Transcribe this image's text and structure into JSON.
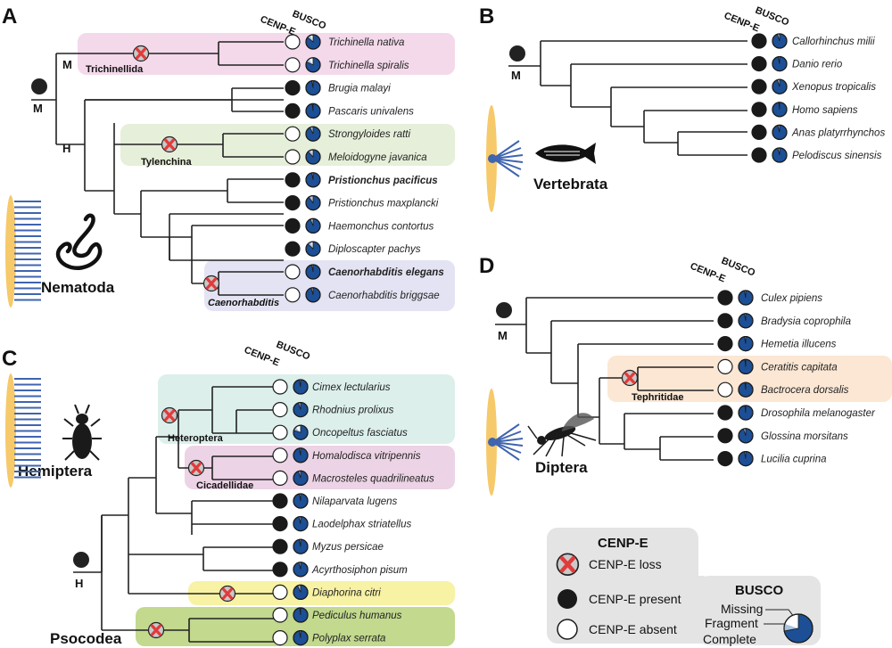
{
  "panels": {
    "A": {
      "label": "A",
      "taxon": "Nematoda",
      "root_marks": [
        "M",
        "H"
      ],
      "header": {
        "c1": "CENP-E",
        "c2": "BUSCO"
      },
      "clades": [
        {
          "name": "Trichinellida",
          "mark": "M"
        },
        {
          "name": "Tylenchina"
        },
        {
          "name": "Caenorhabditis",
          "italic": true
        }
      ],
      "species": [
        {
          "name": "Trichinella nativa",
          "cenpe": "absent",
          "busco": 0.86
        },
        {
          "name": "Trichinella spiralis",
          "cenpe": "absent",
          "busco": 0.82
        },
        {
          "name": "Brugia malayi",
          "cenpe": "present",
          "busco": 0.97
        },
        {
          "name": "Pascaris univalens",
          "cenpe": "present",
          "busco": 0.98
        },
        {
          "name": "Strongyloides ratti",
          "cenpe": "absent",
          "busco": 0.93
        },
        {
          "name": "Meloidogyne javanica",
          "cenpe": "absent",
          "busco": 0.88
        },
        {
          "name": "Pristionchus pacificus",
          "cenpe": "present",
          "busco": 0.97,
          "bold": true
        },
        {
          "name": "Pristionchus maxplancki",
          "cenpe": "present",
          "busco": 0.9
        },
        {
          "name": "Haemonchus contortus",
          "cenpe": "present",
          "busco": 0.94
        },
        {
          "name": "Diploscapter pachys",
          "cenpe": "present",
          "busco": 0.87
        },
        {
          "name": "Caenorhabditis elegans",
          "cenpe": "absent",
          "busco": 0.97,
          "bold": true
        },
        {
          "name": "Caenorhabditis briggsae",
          "cenpe": "absent",
          "busco": 0.96
        }
      ]
    },
    "B": {
      "label": "B",
      "taxon": "Vertebrata",
      "root_marks": [
        "M"
      ],
      "header": {
        "c1": "CENP-E",
        "c2": "BUSCO"
      },
      "species": [
        {
          "name": "Callorhinchus milii",
          "cenpe": "present",
          "busco": 0.95
        },
        {
          "name": "Danio rerio",
          "cenpe": "present",
          "busco": 0.97
        },
        {
          "name": "Xenopus tropicalis",
          "cenpe": "present",
          "busco": 0.95
        },
        {
          "name": "Homo sapiens",
          "cenpe": "present",
          "busco": 0.98
        },
        {
          "name": "Anas platyrrhynchos",
          "cenpe": "present",
          "busco": 0.96
        },
        {
          "name": "Pelodiscus sinensis",
          "cenpe": "present",
          "busco": 0.96
        }
      ]
    },
    "C": {
      "label": "C",
      "taxon": "Hemiptera",
      "taxon2": "Psocodea",
      "root_marks": [
        "H"
      ],
      "header": {
        "c1": "CENP-E",
        "c2": "BUSCO"
      },
      "clades": [
        {
          "name": "Heteroptera"
        },
        {
          "name": "Cicadellidae"
        }
      ],
      "species": [
        {
          "name": "Cimex lectularius",
          "cenpe": "absent",
          "busco": 0.97
        },
        {
          "name": "Rhodnius prolixus",
          "cenpe": "absent",
          "busco": 0.95
        },
        {
          "name": "Oncopeltus fasciatus",
          "cenpe": "absent",
          "busco": 0.8
        },
        {
          "name": "Homalodisca vitripennis",
          "cenpe": "absent",
          "busco": 0.97
        },
        {
          "name": "Macrosteles quadrilineatus",
          "cenpe": "absent",
          "busco": 0.95
        },
        {
          "name": "Nilaparvata lugens",
          "cenpe": "present",
          "busco": 0.97
        },
        {
          "name": "Laodelphax striatellus",
          "cenpe": "present",
          "busco": 0.96
        },
        {
          "name": "Myzus persicae",
          "cenpe": "present",
          "busco": 0.97
        },
        {
          "name": "Acyrthosiphon pisum",
          "cenpe": "present",
          "busco": 0.96
        },
        {
          "name": "Diaphorina citri",
          "cenpe": "absent",
          "busco": 0.93
        },
        {
          "name": "Pediculus humanus",
          "cenpe": "absent",
          "busco": 0.98
        },
        {
          "name": "Polyplax serrata",
          "cenpe": "absent",
          "busco": 0.97
        }
      ]
    },
    "D": {
      "label": "D",
      "taxon": "Diptera",
      "root_marks": [
        "M"
      ],
      "header": {
        "c1": "CENP-E",
        "c2": "BUSCO"
      },
      "clades": [
        {
          "name": "Tephritidae"
        }
      ],
      "species": [
        {
          "name": "Culex pipiens",
          "cenpe": "present",
          "busco": 0.97
        },
        {
          "name": "Bradysia coprophila",
          "cenpe": "present",
          "busco": 0.97
        },
        {
          "name": "Hemetia illucens",
          "cenpe": "present",
          "busco": 0.97
        },
        {
          "name": "Ceratitis capitata",
          "cenpe": "absent",
          "busco": 0.98
        },
        {
          "name": "Bactrocera dorsalis",
          "cenpe": "absent",
          "busco": 0.98
        },
        {
          "name": "Drosophila melanogaster",
          "cenpe": "present",
          "busco": 0.98
        },
        {
          "name": "Glossina morsitans",
          "cenpe": "present",
          "busco": 0.95
        },
        {
          "name": "Lucilia cuprina",
          "cenpe": "present",
          "busco": 0.97
        }
      ]
    }
  },
  "legend": {
    "cenpe_title": "CENP-E",
    "loss": "CENP-E loss",
    "present": "CENP-E present",
    "absent": "CENP-E absent",
    "busco_title": "BUSCO",
    "missing": "Missing",
    "fragment": "Fragment",
    "complete": "Complete"
  },
  "colors": {
    "busco_complete": "#1c4f95",
    "busco_fragment": "#a9c3de",
    "kinetochore_line": "#3f64b0",
    "chromosome": "#f6c96a",
    "highlight_A1": "#f3d9ea",
    "highlight_A2": "#e6efd9",
    "highlight_A3": "#e3e3f3",
    "highlight_C1": "#dcefeb",
    "highlight_C2": "#ecd3e5",
    "highlight_C3": "#f7f2a4",
    "highlight_C4": "#c2d98e",
    "highlight_D1": "#fbe7d4",
    "loss_fill": "#e05050"
  },
  "icons": [
    "nematode-silhouette",
    "fish-silhouette",
    "bug-silhouette",
    "fly-silhouette",
    "holocentric-chromosome-icon",
    "monocentric-chromosome-icon"
  ]
}
